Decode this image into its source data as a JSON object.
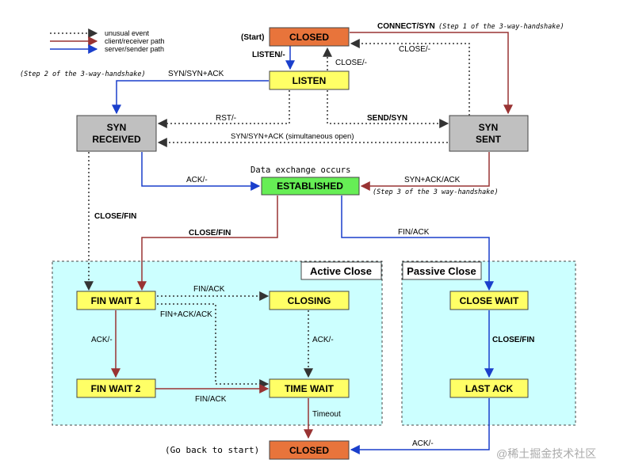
{
  "legend": {
    "unusual_event": "unusual event",
    "client_path": "client/receiver path",
    "server_path": "server/sender path"
  },
  "regions": {
    "active_close": "Active Close",
    "passive_close": "Passive Close"
  },
  "states": {
    "closed_top": "CLOSED",
    "listen": "LISTEN",
    "syn_received_line1": "SYN",
    "syn_received_line2": "RECEIVED",
    "syn_sent_line1": "SYN",
    "syn_sent_line2": "SENT",
    "established": "ESTABLISHED",
    "fin_wait_1": "FIN WAIT 1",
    "fin_wait_2": "FIN WAIT 2",
    "closing": "CLOSING",
    "time_wait": "TIME WAIT",
    "close_wait": "CLOSE WAIT",
    "last_ack": "LAST ACK",
    "closed_bottom": "CLOSED"
  },
  "labels": {
    "start": "(Start)",
    "connect_syn": "CONNECT/SYN",
    "step1": "(Step 1 of the 3-way-handshake)",
    "close_right": "CLOSE/-",
    "listen_edge": "LISTEN/-",
    "close_up": "CLOSE/-",
    "step2": "(Step 2 of the 3-way-handshake)",
    "syn_synack": "SYN/SYN+ACK",
    "rst": "RST/-",
    "send_syn": "SEND/SYN",
    "simultaneous": "SYN/SYN+ACK (simultaneous open)",
    "data_exchange": "Data exchange occurs",
    "ack_established": "ACK/-",
    "synack_ack": "SYN+ACK/ACK",
    "step3": "(Step 3 of the 3 way-handshake)",
    "close_fin_left": "CLOSE/FIN",
    "close_fin_mid": "CLOSE/FIN",
    "fin_ack_right": "FIN/ACK",
    "fin_ack_closing": "FIN/ACK",
    "fin_ack_ack": "FIN+ACK/ACK",
    "ack_fw1": "ACK/-",
    "ack_closing": "ACK/-",
    "close_fin_passive": "CLOSE/FIN",
    "fin_ack_fw2": "FIN/ACK",
    "timeout": "Timeout",
    "ack_lastack": "ACK/-",
    "go_back": "(Go back to start)",
    "watermark": "@稀土掘金技术社区"
  },
  "colors": {
    "closed_fill": "#e8743b",
    "state_yellow": "#ffff66",
    "state_gray": "#c0c0c0",
    "established_fill": "#66ee55",
    "region_fill": "#ccffff",
    "client_path": "#993333",
    "server_path": "#1a3fcc",
    "unusual_path": "#333333"
  }
}
